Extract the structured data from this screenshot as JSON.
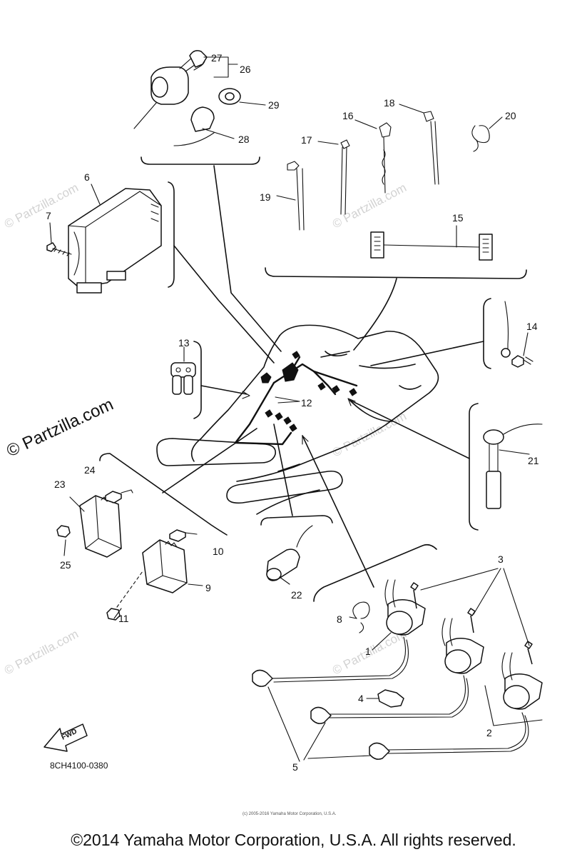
{
  "watermark": {
    "small": "© Partzilla.com",
    "large": "© Partzilla.com"
  },
  "callouts": {
    "p1": "1",
    "p2": "2",
    "p3": "3",
    "p4": "4",
    "p5": "5",
    "p6": "6",
    "p7": "7",
    "p8": "8",
    "p9": "9",
    "p10": "10",
    "p11": "11",
    "p12": "12",
    "p13": "13",
    "p14": "14",
    "p15": "15",
    "p16": "16",
    "p17": "17",
    "p18": "18",
    "p19": "19",
    "p20": "20",
    "p21": "21",
    "p22": "22",
    "p23": "23",
    "p24": "24",
    "p25": "25",
    "p26": "26",
    "p27": "27",
    "p28": "28",
    "p29": "29"
  },
  "fwd_label": "FWD",
  "diagram_code": "8CH4100-0380",
  "fine_print": "(c) 2005-2016 Yamaha Motor Corporation, U.S.A.",
  "copyright": "©2014 Yamaha Motor Corporation, U.S.A. All rights reserved."
}
